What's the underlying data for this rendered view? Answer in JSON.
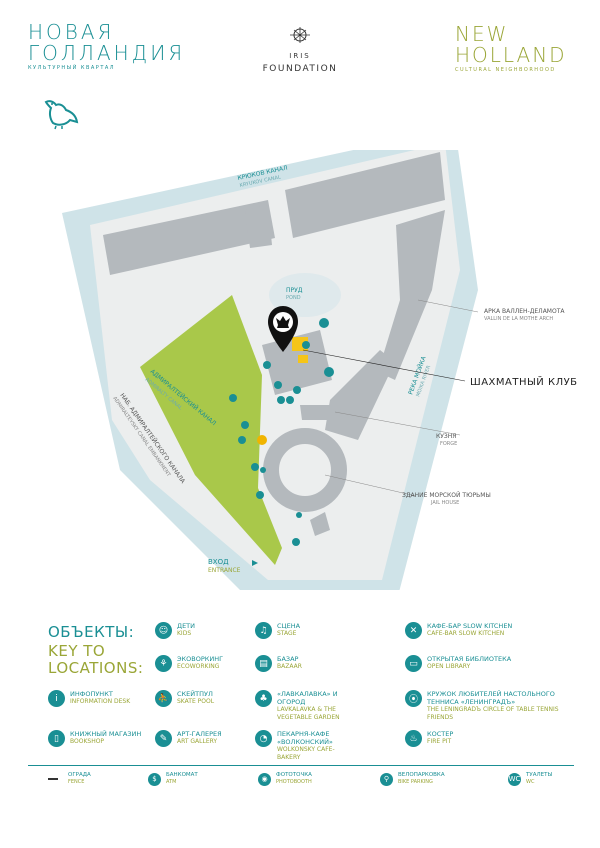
{
  "header": {
    "brand_ru_line1": "НОВАЯ",
    "brand_ru_line2": "ГОЛЛАНДИЯ",
    "brand_ru_sub": "КУЛЬТУРНЫЙ КВАРТАЛ",
    "iris_line1": "IRIS",
    "iris_line2": "FOUNDATION",
    "brand_en_line1": "NEW",
    "brand_en_line2": "HOLLAND",
    "brand_en_sub": "CULTURAL NEIGHBORHOOD"
  },
  "map": {
    "canal_kryukov_ru": "КРЮКОВ КАНАЛ",
    "canal_kryukov_en": "KRYUKOV CANAL",
    "pond_ru": "ПРУД",
    "pond_en": "POND",
    "moika_ru": "РЕКА МОЙКА",
    "moika_en": "MOIKA RIVER",
    "admiralty_canal_ru": "АДМИРАЛТЕЙСКИЙ КАНАЛ",
    "admiralty_canal_en": "ADMIRALTY CANAL",
    "embankment_ru": "НАБ. АДМИРАЛТЕЙСКОГО КАНАЛА",
    "embankment_en": "ADMIRALTEYSKY CANAL EMBANKMENT",
    "arch_ru": "АРКА ВАЛЛЕН-ДЕЛАМОТА",
    "arch_en": "VALLIN DE LA MOTHE ARCH",
    "chess_club": "ШАХМАТНЫЙ КЛУБ",
    "forge_ru": "КУЗНЯ",
    "forge_en": "FORGE",
    "prison_ru": "ЗДАНИЕ МОРСКОЙ ТЮРЬМЫ",
    "prison_en": "JAIL HOUSE",
    "entrance_ru": "ВХОД",
    "entrance_en": "ENTRANCE"
  },
  "legend": {
    "title_ru": "ОБЪЕКТЫ:",
    "title_en_1": "KEY TO",
    "title_en_2": "LOCATIONS:",
    "items": [
      {
        "ru": "ДЕТИ",
        "en": "KIDS",
        "icon": "kids-icon",
        "glyph": "☺"
      },
      {
        "ru": "СЦЕНА",
        "en": "STAGE",
        "icon": "stage-icon",
        "glyph": "♫"
      },
      {
        "ru": "КАФЕ-БАР SLOW KITCHEN",
        "en": "CAFE-BAR SLOW KITCHEN",
        "icon": "cafe-icon",
        "glyph": "✕"
      },
      {
        "ru": "ЭКОВОРКИНГ",
        "en": "ECOWORKING",
        "icon": "ecoworking-icon",
        "glyph": "⚘"
      },
      {
        "ru": "БАЗАР",
        "en": "BAZAAR",
        "icon": "bazaar-icon",
        "glyph": "▤"
      },
      {
        "ru": "ОТКРЫТАЯ БИБЛИОТЕКА",
        "en": "OPEN LIBRARY",
        "icon": "library-icon",
        "glyph": "▭"
      },
      {
        "ru": "ИНФОПУНКТ",
        "en": "INFORMATION DESK",
        "icon": "info-icon",
        "glyph": "i"
      },
      {
        "ru": "СКЕЙТПУЛ",
        "en": "SKATE POOL",
        "icon": "skate-icon",
        "glyph": "⛹"
      },
      {
        "ru": "«ЛАВКАЛАВКА» И ОГОРОД",
        "en": "LAVKALAVKA & THE VEGETABLE GARDEN",
        "icon": "garden-icon",
        "glyph": "♣"
      },
      {
        "ru": "КРУЖОК ЛЮБИТЕЛЕЙ НАСТОЛЬНОГО ТЕННИСА «ЛЕНИНГРАДЪ»",
        "en": "THE LENINGRADЪ CIRCLE OF TABLE TENNIS FRIENDS",
        "icon": "tennis-icon",
        "glyph": "⦿"
      },
      {
        "ru": "КНИЖНЫЙ МАГАЗИН",
        "en": "BOOKSHOP",
        "icon": "bookshop-icon",
        "glyph": "▯"
      },
      {
        "ru": "АРТ-ГАЛЕРЕЯ",
        "en": "ART GALLERY",
        "icon": "gallery-icon",
        "glyph": "✎"
      },
      {
        "ru": "ПЕКАРНЯ-КАФЕ «ВОЛКОНСКИЙ»",
        "en": "WOLKONSKY CAFE-BAKERY",
        "icon": "bakery-icon",
        "glyph": "◔"
      },
      {
        "ru": "КОСТЕР",
        "en": "FIRE PIT",
        "icon": "firepit-icon",
        "glyph": "♨"
      }
    ],
    "bottom": [
      {
        "ru": "ОГРАДА",
        "en": "FENCE",
        "icon": "fence-icon"
      },
      {
        "ru": "БАНКОМАТ",
        "en": "ATM",
        "icon": "atm-icon",
        "glyph": "$"
      },
      {
        "ru": "ФОТОТОЧКА",
        "en": "PHOTOBOOTH",
        "icon": "camera-icon",
        "glyph": "◉"
      },
      {
        "ru": "ВЕЛОПАРКОВКА",
        "en": "BIKE PARKING",
        "icon": "bike-icon",
        "glyph": "⚲"
      },
      {
        "ru": "ТУАЛЕТЫ",
        "en": "WC",
        "icon": "wc-icon",
        "glyph": "WC"
      }
    ]
  },
  "colors": {
    "teal": "#1a8f94",
    "olive": "#9aa637",
    "water": "#cfe3e8",
    "land": "#eceeee",
    "building": "#b4b9bd",
    "park": "#a9c84a",
    "highlight": "#f5c518"
  }
}
